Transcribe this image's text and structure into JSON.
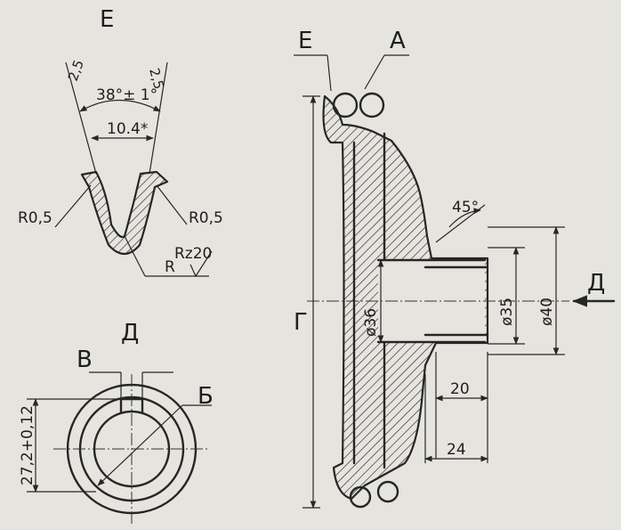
{
  "labels": {
    "view_e_title": "E",
    "tolerance_left": "2,5",
    "tolerance_right": "2,5",
    "groove_angle": "38°± 1°",
    "groove_width": "10.4*",
    "radius_left": "R0,5",
    "radius_right": "R0,5",
    "radius_bottom": "R",
    "roughness": "Rz20",
    "view_d_title": "Д",
    "key_label": "В",
    "bore_label": "Б",
    "keyway_dim": "27,2+0,12",
    "callout_e": "E",
    "callout_a": "A",
    "angle_45": "45°",
    "dia_36": "ø36",
    "dia_35": "ø35",
    "dia_40": "ø40",
    "overall_height": "Г",
    "len_20": "20",
    "len_24": "24",
    "arrow_view": "Д"
  }
}
